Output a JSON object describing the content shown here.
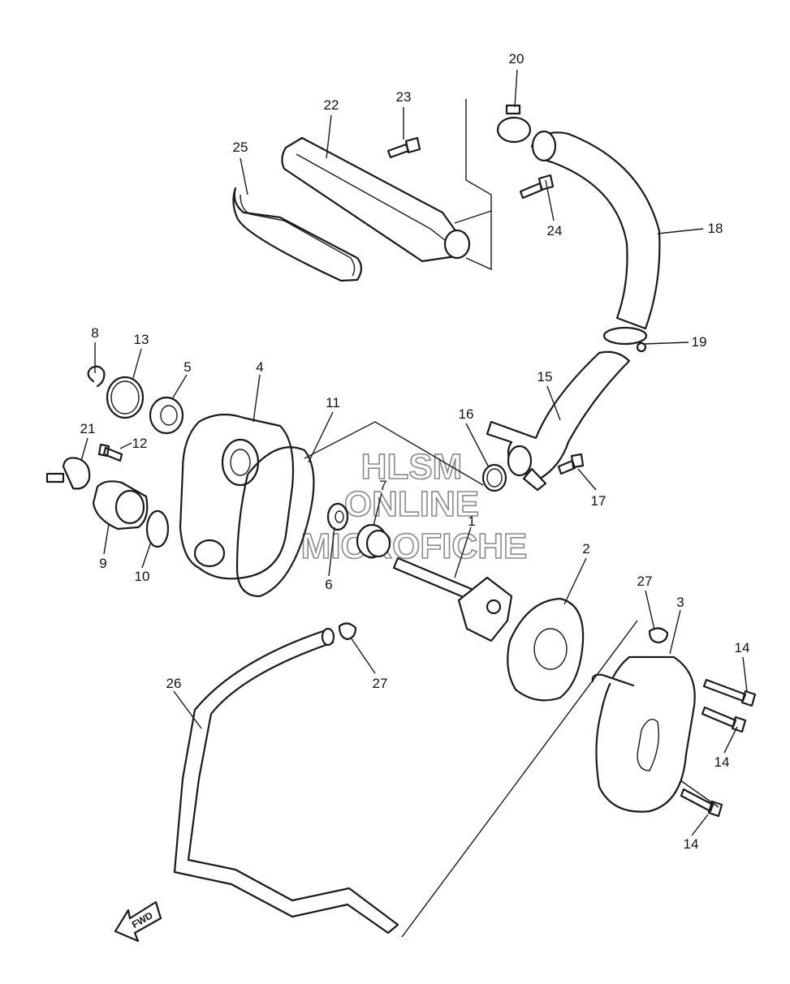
{
  "watermark": {
    "line1": "HLSM",
    "line2": "ONLINE",
    "line3": "MICROFICHE"
  },
  "fwd_label": "FWD",
  "callouts": [
    "1",
    "2",
    "3",
    "4",
    "5",
    "6",
    "7",
    "8",
    "9",
    "10",
    "11",
    "12",
    "13",
    "14",
    "14",
    "14",
    "15",
    "16",
    "17",
    "18",
    "19",
    "20",
    "21",
    "22",
    "23",
    "24",
    "25",
    "26",
    "27",
    "27"
  ]
}
